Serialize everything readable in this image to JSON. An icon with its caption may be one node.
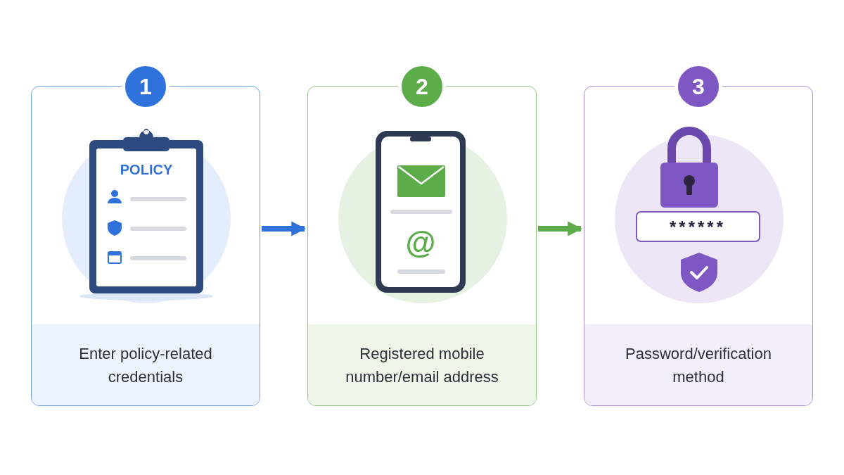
{
  "diagram": {
    "nodes": [
      {
        "text": [
          "1",
          "Enter policy-related credentials"
        ]
      },
      {
        "text": [
          "2",
          "Registered mobile number/email address"
        ]
      },
      {
        "text": [
          "3",
          "Password/verification method"
        ]
      }
    ],
    "edges": [
      {
        "from": 0,
        "to": 1,
        "arrow": "to",
        "color": "#2f72dc"
      },
      {
        "from": 1,
        "to": 2,
        "arrow": "to",
        "color": "#5cad4a"
      }
    ],
    "labels": [
      "POLICY",
      "@",
      "******"
    ]
  }
}
